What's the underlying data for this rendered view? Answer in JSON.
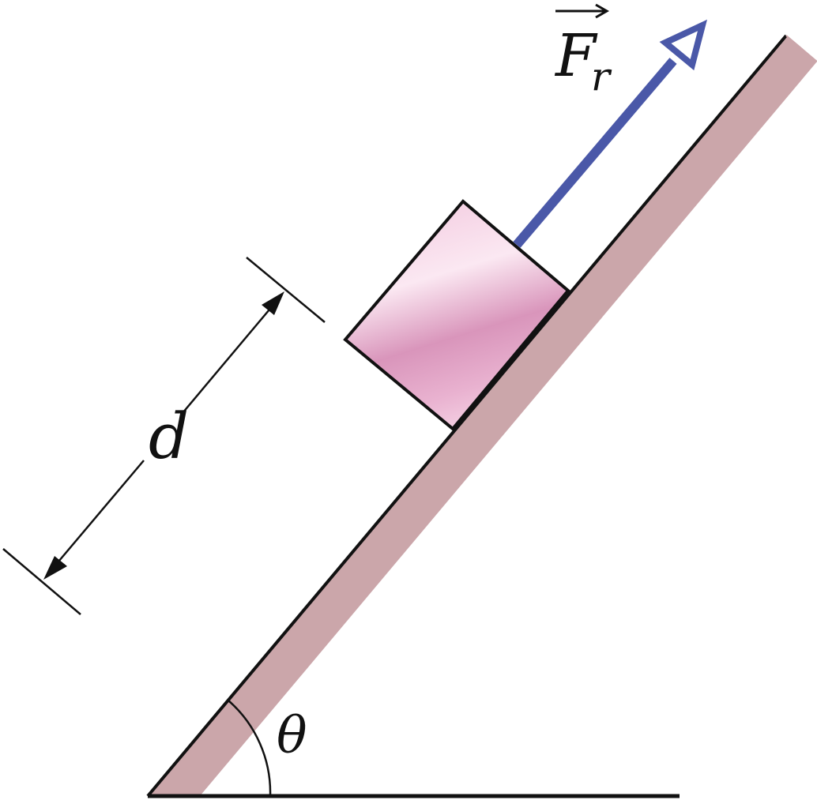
{
  "labels": {
    "force_symbol": "F",
    "force_subscript": "r",
    "distance_symbol": "d",
    "angle_symbol": "θ"
  },
  "colors": {
    "incline_fill": "#cba6aa",
    "incline_edge": "#111111",
    "block_light": "#f6d5e6",
    "block_mid": "#e9b2d0",
    "block_dark": "#d995bb",
    "force_arrow": "#4a58a8",
    "ground": "#111111",
    "background": "#ffffff"
  },
  "icons": {
    "force_arrow": "hollow-triangle-arrowhead",
    "vector_accent": "right-arrow-over-symbol"
  }
}
